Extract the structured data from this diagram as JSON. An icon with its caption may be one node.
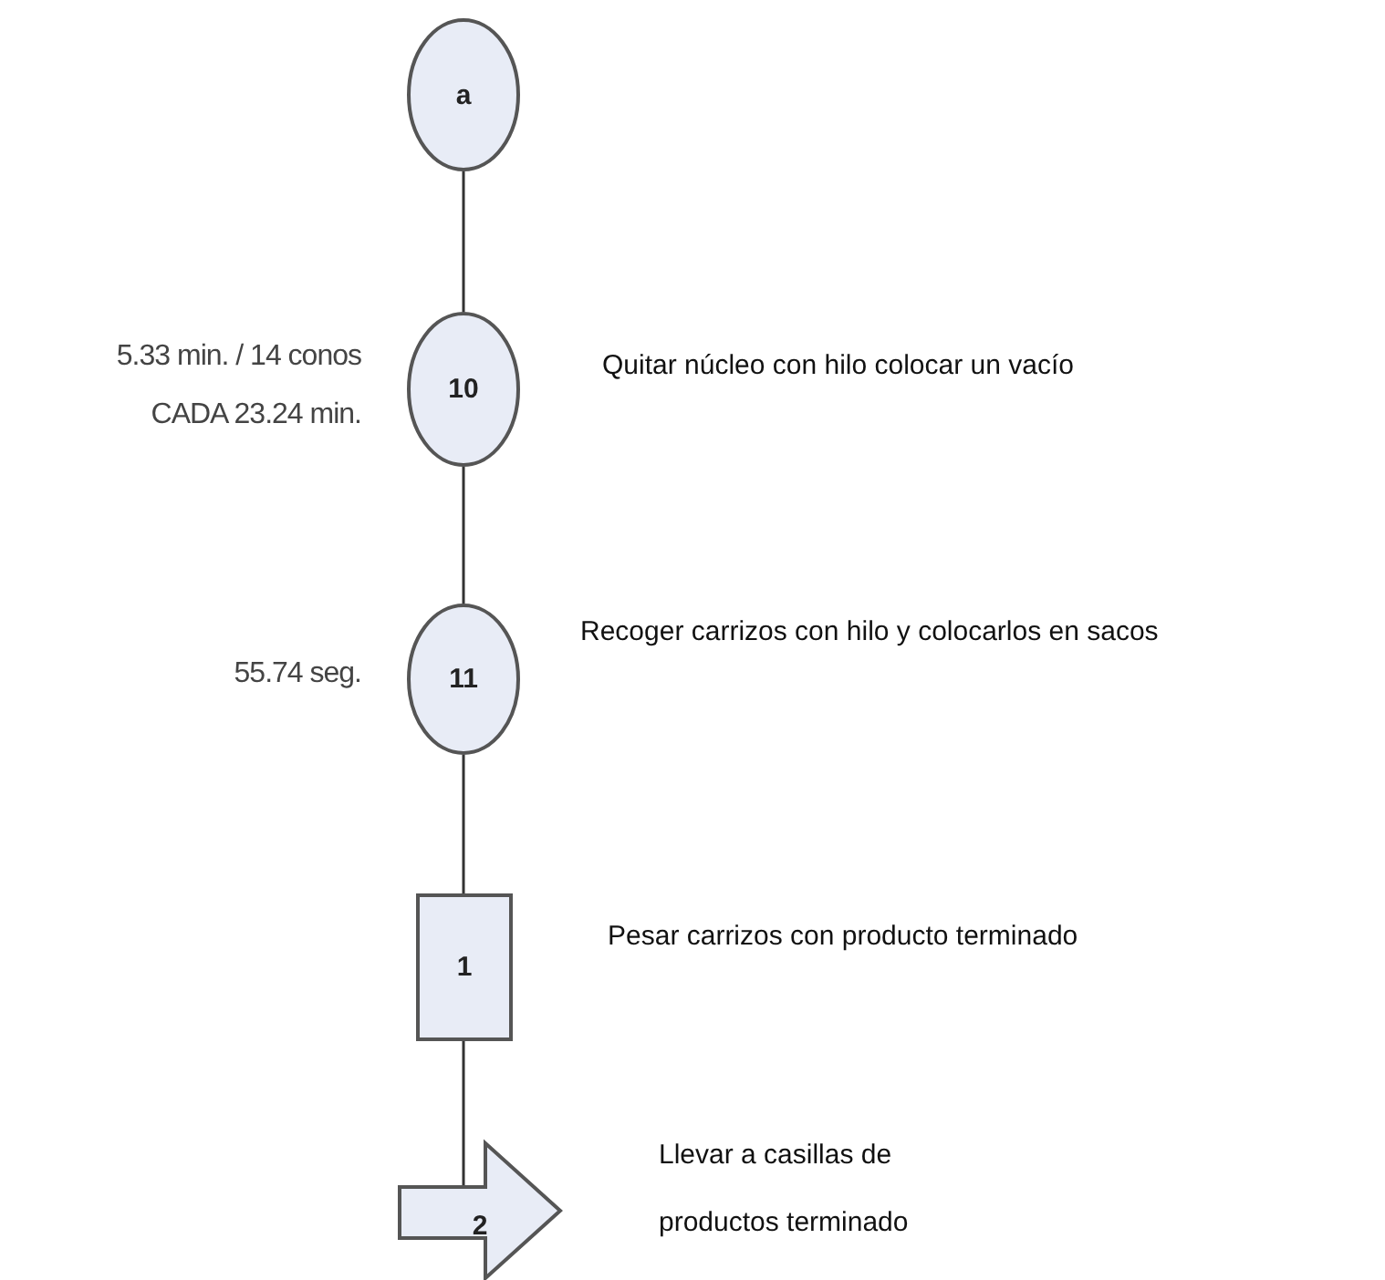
{
  "diagram": {
    "nodes": [
      {
        "text": [
          "a"
        ]
      },
      {
        "text": [
          "10"
        ],
        "beside": [
          "5.33 min. / 14 conos CADA 23.24 min.",
          "Quitar núcleo con hilo colocar un vacío"
        ]
      },
      {
        "text": [
          "11"
        ],
        "beside": [
          "55.74 seg.",
          "Recoger carrizos con hilo y colocarlos en sacos"
        ]
      },
      {
        "text": [
          "1"
        ],
        "beside": [
          "Pesar carrizos con producto terminado"
        ]
      },
      {
        "text": [
          "2"
        ],
        "beside": [
          "Llevar a casillas de productos terminado"
        ]
      }
    ],
    "edges": [
      {
        "from": 0,
        "to": 1,
        "arrow": "none"
      },
      {
        "from": 1,
        "to": 2,
        "arrow": "none"
      },
      {
        "from": 2,
        "to": 3,
        "arrow": "none"
      },
      {
        "from": 3,
        "to": 4,
        "arrow": "none"
      }
    ]
  }
}
